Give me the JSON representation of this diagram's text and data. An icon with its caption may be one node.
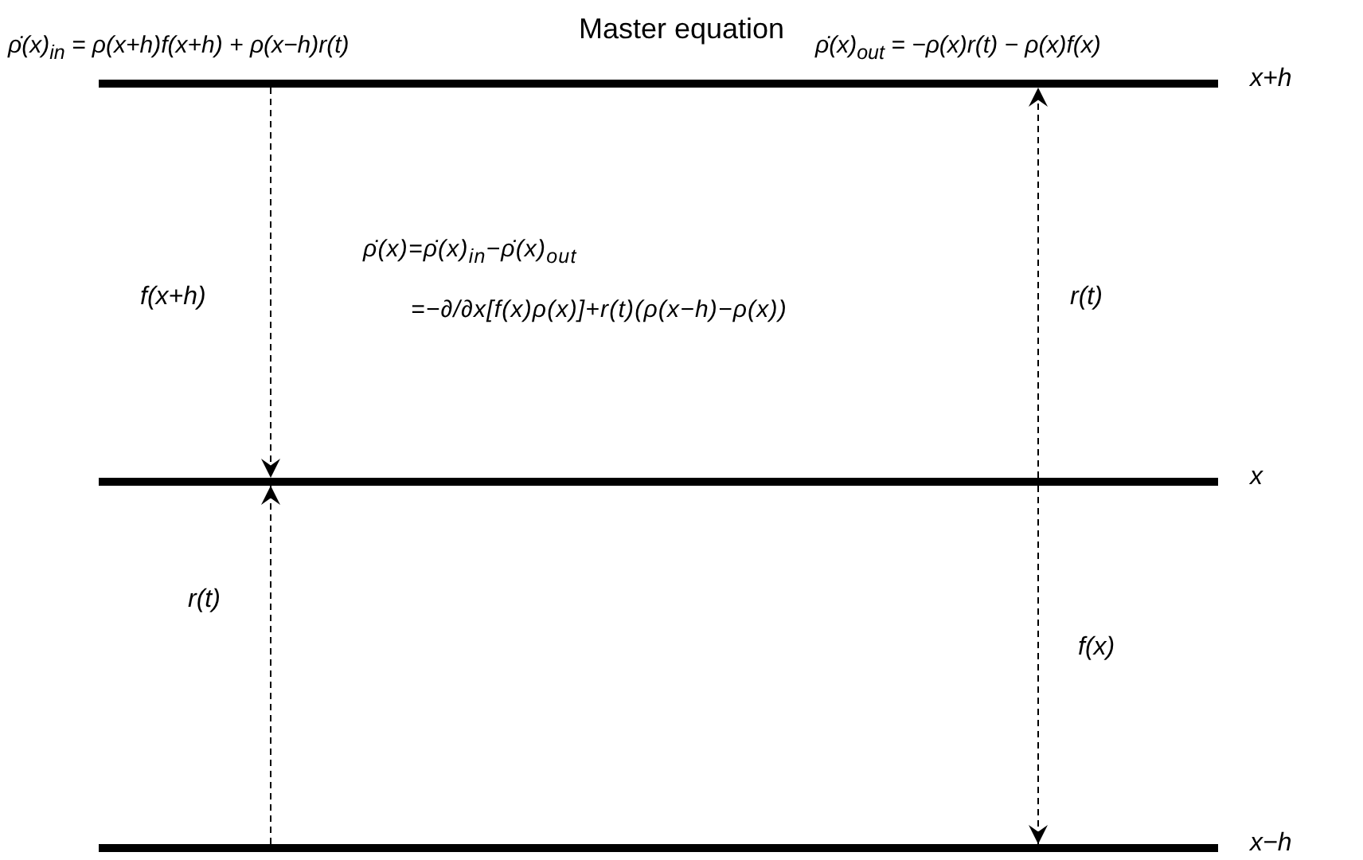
{
  "diagram": {
    "title": "Master equation",
    "nodes": [
      {
        "text": [],
        "shape": "bar",
        "beside": [
          "x+h"
        ]
      },
      {
        "text": [],
        "shape": "bar",
        "beside": [
          "x"
        ]
      },
      {
        "text": [],
        "shape": "bar",
        "beside": [
          "x−h"
        ]
      }
    ],
    "edges": [
      {
        "from": 0,
        "to": 1,
        "arrow": "to",
        "style": "dashed",
        "label": "f(x+h)"
      },
      {
        "from": 2,
        "to": 1,
        "arrow": "to",
        "style": "dashed",
        "label": "r(t)"
      },
      {
        "from": 1,
        "to": 0,
        "arrow": "to",
        "style": "dashed",
        "label": "r(t)"
      },
      {
        "from": 1,
        "to": 2,
        "arrow": "to",
        "style": "dashed",
        "label": "f(x)"
      }
    ],
    "labels": [
      "ρ̇(x)$_{in}$ = ρ(x+h)f(x+h) + ρ(x−h)r(t)",
      "ρ̇(x)$_{out}$ = −ρ(x)r(t) − ρ(x)f(x)",
      "ρ̇(x)=ρ̇(x)$_{in}$−ρ̇(x)$_{out}$ =−∂/∂x[f(x)ρ(x)]+r(t)(ρ(x−h)−ρ(x))"
    ]
  }
}
